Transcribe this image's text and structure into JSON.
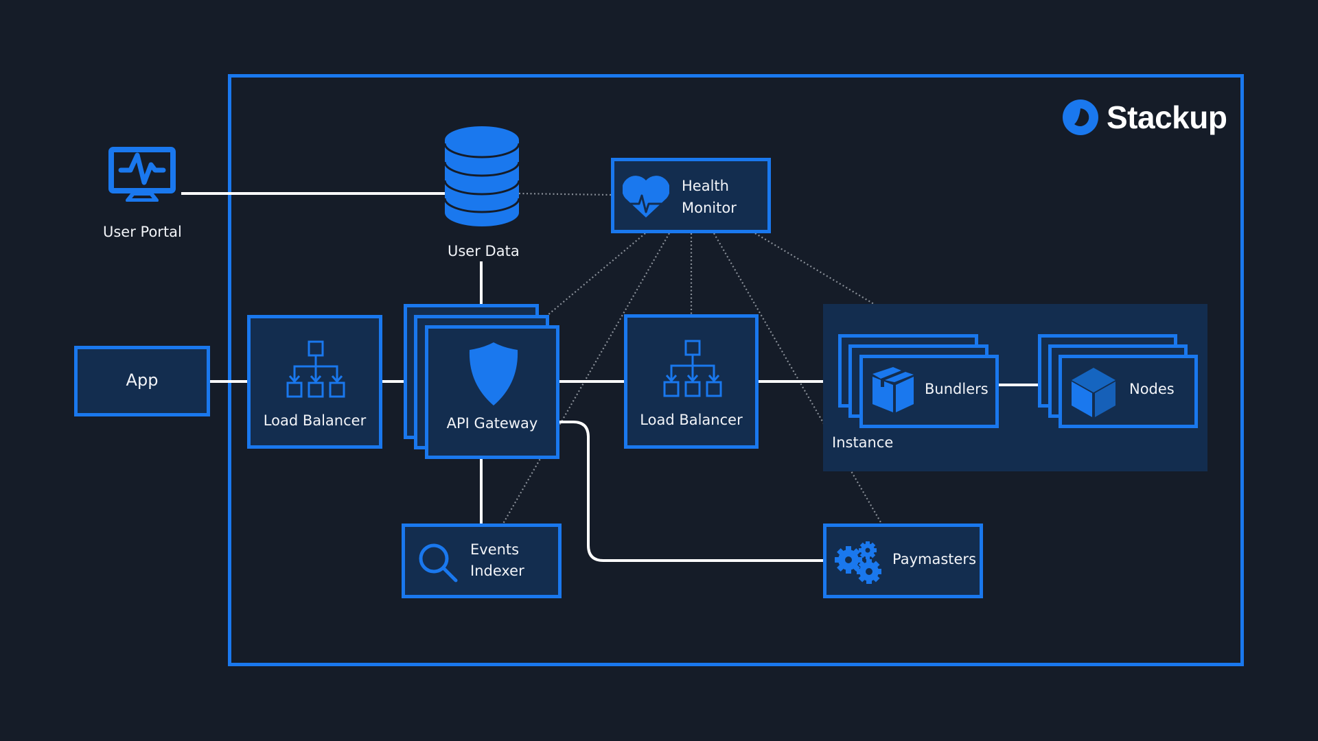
{
  "brand": {
    "name": "Stackup",
    "color": "#1a78ee"
  },
  "colors": {
    "background": "#151c28",
    "box_fill": "#132d4f",
    "accent": "#1a78ee",
    "solid_connector": "#ffffff",
    "dotted_connector": "#8a9099",
    "text": "#f2f4f8"
  },
  "nodes": {
    "user_portal": {
      "label": "User Portal",
      "icon": "monitor-pulse-icon"
    },
    "user_data": {
      "label": "User Data",
      "icon": "database-icon"
    },
    "health_monitor": {
      "label_line1": "Health",
      "label_line2": "Monitor",
      "icon": "heart-pulse-icon"
    },
    "app": {
      "label": "App"
    },
    "load_balancer_1": {
      "label": "Load Balancer",
      "icon": "load-balancer-icon"
    },
    "api_gateway": {
      "label": "API Gateway",
      "icon": "shield-icon"
    },
    "load_balancer_2": {
      "label": "Load Balancer",
      "icon": "load-balancer-icon"
    },
    "instance": {
      "label": "Instance"
    },
    "bundlers": {
      "label": "Bundlers",
      "icon": "package-icon"
    },
    "nodes": {
      "label": "Nodes",
      "icon": "cube-icon"
    },
    "events_indexer": {
      "label_line1": "Events",
      "label_line2": "Indexer",
      "icon": "search-icon"
    },
    "paymasters": {
      "label": "Paymasters",
      "icon": "gears-icon"
    }
  },
  "connections": {
    "solid": [
      [
        "user_portal",
        "user_data"
      ],
      [
        "app",
        "load_balancer_1"
      ],
      [
        "load_balancer_1",
        "api_gateway"
      ],
      [
        "user_data",
        "api_gateway"
      ],
      [
        "api_gateway",
        "load_balancer_2"
      ],
      [
        "load_balancer_2",
        "instance"
      ],
      [
        "bundlers",
        "nodes"
      ],
      [
        "api_gateway",
        "events_indexer"
      ],
      [
        "api_gateway",
        "paymasters"
      ]
    ],
    "dotted": [
      [
        "health_monitor",
        "user_data"
      ],
      [
        "health_monitor",
        "api_gateway"
      ],
      [
        "health_monitor",
        "events_indexer"
      ],
      [
        "health_monitor",
        "load_balancer_2"
      ],
      [
        "health_monitor",
        "paymasters"
      ],
      [
        "health_monitor",
        "instance"
      ]
    ]
  }
}
